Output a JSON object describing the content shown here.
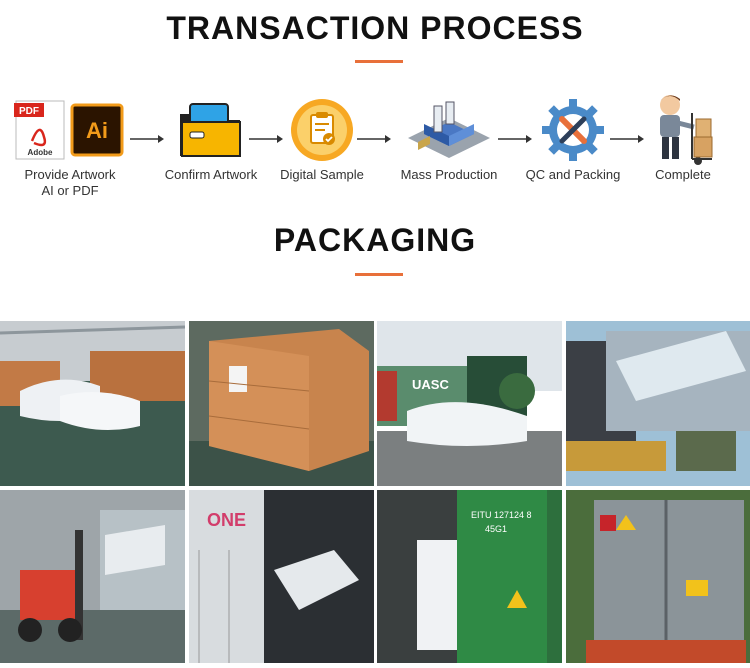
{
  "process": {
    "title": "TRANSACTION PROCESS",
    "steps": [
      {
        "label": "Provide  Artwork\nAI or PDF",
        "icon": "pdf-ai-file-icon"
      },
      {
        "label": "Confirm Artwork",
        "icon": "folder-icon"
      },
      {
        "label": "Digital Sample",
        "icon": "clipboard-check-icon"
      },
      {
        "label": "Mass Production",
        "icon": "factory-icon"
      },
      {
        "label": "QC and Packing",
        "icon": "wrench-gear-icon"
      },
      {
        "label": "Complete",
        "icon": "delivery-man-icon"
      }
    ],
    "icon_text": {
      "pdf": "PDF",
      "adobe": "Adobe",
      "ai": "Ai"
    }
  },
  "packaging": {
    "title": "PACKAGING",
    "photo_text": {
      "uasc": "UASC",
      "one": "ONE",
      "container_id": "EITU 127124 8",
      "container_code": "45G1"
    }
  },
  "colors": {
    "accent": "#e8703a",
    "heading": "#111111"
  }
}
